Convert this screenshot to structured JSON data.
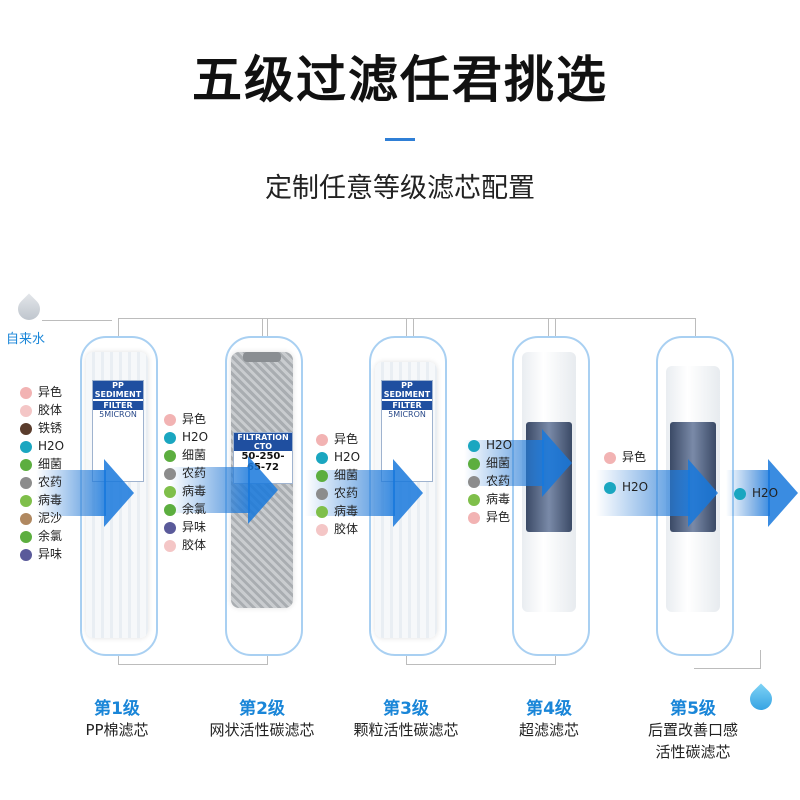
{
  "header": {
    "title": "五级过滤任君挑选",
    "subtitle": "定制任意等级滤芯配置"
  },
  "inlet": {
    "label": "自来水"
  },
  "colors": {
    "accent": "#1a86d8",
    "frame": "#a9d0f2",
    "title": "#111111"
  },
  "cartridge_labels": {
    "pp1": [
      "PP SEDIMENT",
      "FILTER",
      "5MICRON"
    ],
    "cto": [
      "FILTRATION CTO",
      "50-250-65-72"
    ],
    "pp3": [
      "PP SEDIMENT",
      "FILTER",
      "5MICRON"
    ]
  },
  "lists": {
    "before1": [
      "异色",
      "胶体",
      "铁锈",
      "H2O",
      "细菌",
      "农药",
      "病毒",
      "泥沙",
      "余氯",
      "异味"
    ],
    "before2": [
      "异色",
      "H2O",
      "细菌",
      "农药",
      "病毒",
      "余氯",
      "异味",
      "胶体"
    ],
    "before3": [
      "异色",
      "H2O",
      "细菌",
      "农药",
      "病毒",
      "胶体"
    ],
    "before4": [
      "H2O",
      "细菌",
      "农药",
      "病毒",
      "异色"
    ],
    "before5": [
      "异色",
      "H2O"
    ],
    "outlet": [
      "H2O"
    ]
  },
  "stages": [
    {
      "num": "第1级",
      "name": "PP棉滤芯"
    },
    {
      "num": "第2级",
      "name": "网状活性碳滤芯"
    },
    {
      "num": "第3级",
      "name": "颗粒活性碳滤芯"
    },
    {
      "num": "第4级",
      "name": "超滤滤芯"
    },
    {
      "num": "第5级",
      "name": "后置改善口感",
      "name2": "活性碳滤芯"
    }
  ],
  "icons": [
    "water-drop-icon",
    "contaminant-icons",
    "flow-arrow-icon"
  ]
}
